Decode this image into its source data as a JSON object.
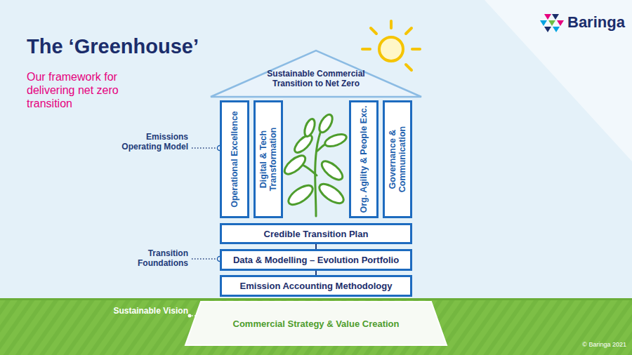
{
  "diagram": {
    "title": "The ‘Greenhouse’",
    "nodes": [
      {
        "text": [
          "Sustainable Commercial Transition to Net Zero"
        ]
      },
      {
        "text": [
          "Operational Excellence"
        ]
      },
      {
        "text": [
          "Digital & Tech Transformation"
        ]
      },
      {
        "text": [
          "Org. Agility & People Exc."
        ]
      },
      {
        "text": [
          "Governance & Communication"
        ]
      },
      {
        "text": [
          "Credible Transition Plan"
        ]
      },
      {
        "text": [
          "Data & Modelling – Evolution Portfolio"
        ]
      },
      {
        "text": [
          "Emission Accounting Methodology"
        ]
      },
      {
        "text": [
          "Commercial Strategy & Value Creation"
        ]
      }
    ],
    "edges": [
      {
        "from": 5,
        "to": 6,
        "arrow": "none"
      },
      {
        "from": 6,
        "to": 7,
        "arrow": "none"
      }
    ],
    "labels": [
      "Our framework for delivering net zero transition",
      "Baringa",
      "Emissions Operating Model",
      "Transition Foundations",
      "Sustainable Vision",
      "© Baringa 2021"
    ]
  }
}
